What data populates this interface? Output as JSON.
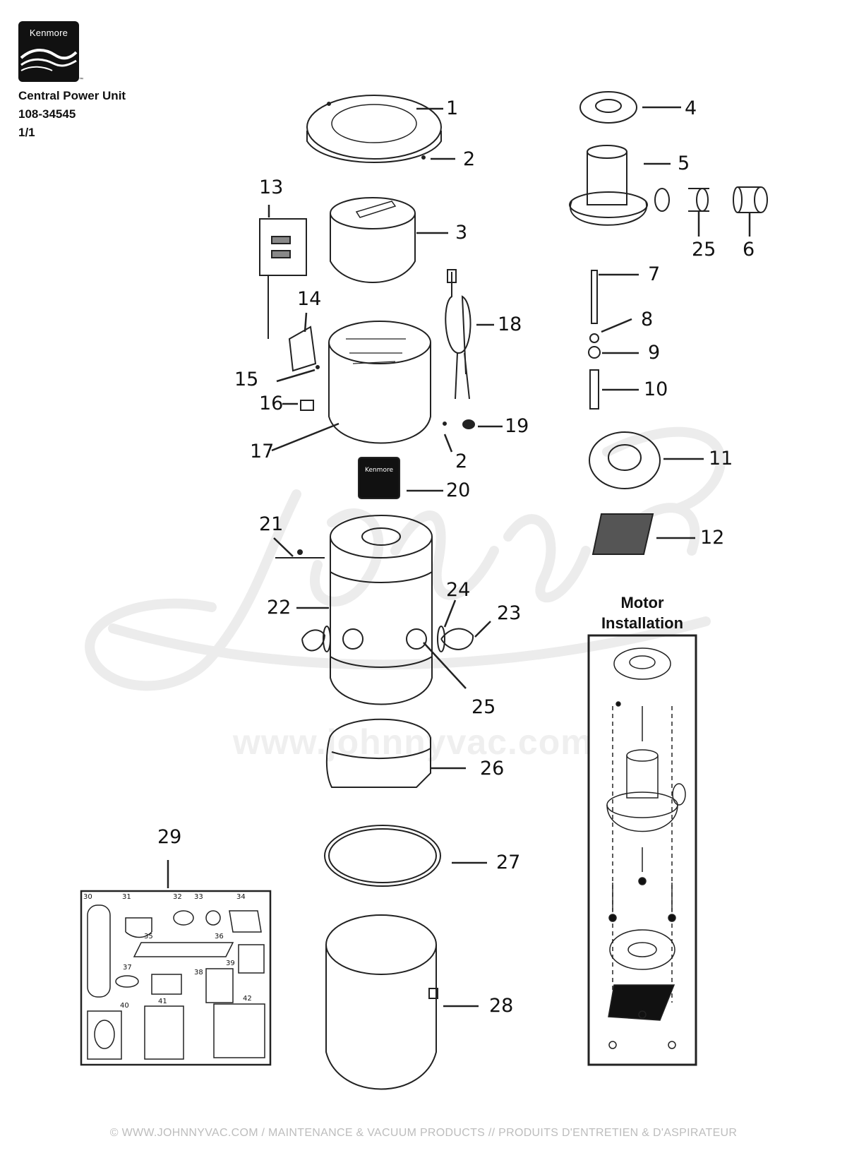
{
  "logo": {
    "brand": "Kenmore"
  },
  "header": {
    "title": "Central Power Unit",
    "model": "108-34545",
    "page": "1/1"
  },
  "motor_installation": {
    "title_line1": "Motor",
    "title_line2": "Installation"
  },
  "part20_logo": {
    "brand": "Kenmore"
  },
  "watermark": {
    "url": "www.johnnyvac.com"
  },
  "footer": {
    "text": "© WWW.JOHNNYVAC.COM / MAINTENANCE & VACUUM PRODUCTS  //  PRODUITS D'ENTRETIEN & D'ASPIRATEUR"
  },
  "callouts": [
    "1",
    "2",
    "3",
    "4",
    "5",
    "25",
    "6",
    "7",
    "8",
    "9",
    "10",
    "11",
    "12",
    "13",
    "14",
    "15",
    "16",
    "17",
    "18",
    "19",
    "2",
    "20",
    "21",
    "22",
    "24",
    "23",
    "25",
    "26",
    "27",
    "28",
    "29"
  ],
  "kit_callouts": [
    "30",
    "31",
    "32",
    "33",
    "34",
    "35",
    "36",
    "37",
    "38",
    "39",
    "40",
    "41",
    "42"
  ]
}
